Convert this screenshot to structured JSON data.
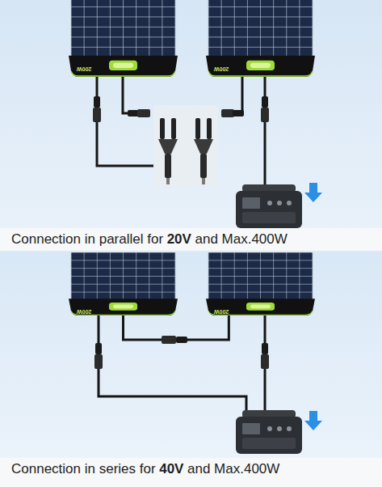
{
  "diagram": {
    "nodes": [
      {
        "text": [
          "200W"
        ]
      },
      {
        "text": [
          "200W"
        ]
      },
      {
        "text": [
          "200W"
        ]
      },
      {
        "text": [
          "200W"
        ]
      }
    ],
    "edges": [
      {
        "from": 2,
        "to": 3,
        "arrow": "none"
      }
    ],
    "labels": [
      "Connection in parallel for",
      "20V",
      "and Max.400W",
      "Connection in series for",
      "40V",
      "and Max.400W"
    ]
  }
}
